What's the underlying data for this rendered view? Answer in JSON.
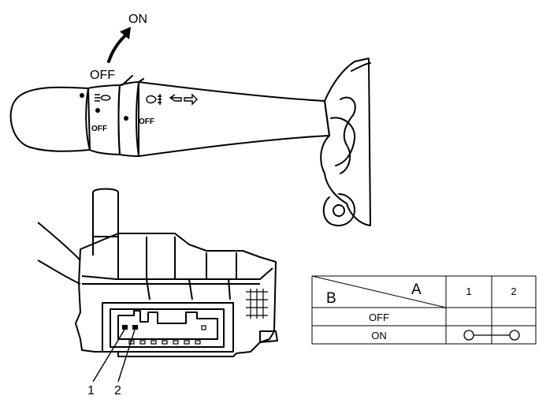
{
  "switch_labels": {
    "direction_on": "ON",
    "direction_off": "OFF",
    "ring1_off": "OFF",
    "ring2_off": "OFF"
  },
  "connector_pins": [
    "1",
    "2"
  ],
  "table": {
    "col_header_a": "A",
    "row_header_b": "B",
    "columns": [
      "1",
      "2"
    ],
    "rows": [
      {
        "label": "OFF",
        "continuity": false
      },
      {
        "label": "ON",
        "continuity": true
      }
    ]
  }
}
